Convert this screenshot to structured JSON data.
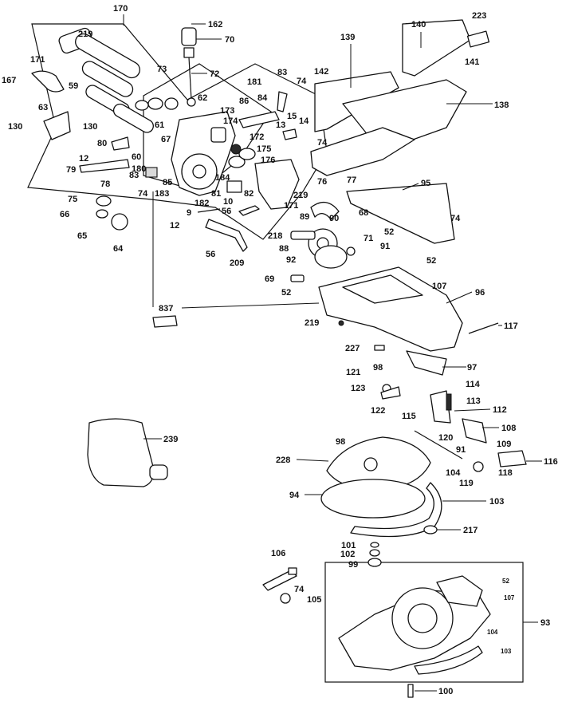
{
  "labels": {
    "c170": "170",
    "c162": "162",
    "c70": "70",
    "c219a": "219",
    "c171a": "171",
    "c167": "167",
    "c59": "59",
    "c73": "73",
    "c72": "72",
    "c63": "63",
    "c130a": "130",
    "c130b": "130",
    "c61": "61",
    "c62": "62",
    "c173": "173",
    "c174": "174",
    "c86": "86",
    "c84": "84",
    "c181": "181",
    "c83": "83",
    "c74a": "74",
    "c139": "139",
    "c140": "140",
    "c223": "223",
    "c141": "141",
    "c142": "142",
    "c138": "138",
    "c80": "80",
    "c60": "60",
    "c67": "67",
    "c12a": "12",
    "c79": "79",
    "c180": "180",
    "c83b": "83",
    "c85": "85",
    "c78": "78",
    "c74b": "74",
    "c183": "183",
    "c13": "13",
    "c15": "15",
    "c14": "14",
    "c172": "172",
    "c74c": "74",
    "c175": "175",
    "c176": "176",
    "c184": "184",
    "c81": "81",
    "c82": "82",
    "c219b": "219",
    "c171b": "171",
    "c75": "75",
    "c66": "66",
    "c65": "65",
    "c64": "64",
    "c9": "9",
    "c182": "182",
    "c10": "10",
    "c56a": "56",
    "c12b": "12",
    "c56b": "56",
    "c209": "209",
    "c76": "76",
    "c77": "77",
    "c95": "95",
    "c74d": "74",
    "c68": "68",
    "c89": "89",
    "c90": "90",
    "c52a": "52",
    "c218": "218",
    "c71": "71",
    "c88": "88",
    "c91a": "91",
    "c92": "92",
    "c52b": "52",
    "c69": "69",
    "c52c": "52",
    "c107a": "107",
    "c96": "96",
    "c837": "837",
    "c219c": "219",
    "c117": "117",
    "c227": "227",
    "c98a": "98",
    "c97": "97",
    "c121": "121",
    "c114": "114",
    "c123": "123",
    "c113": "113",
    "c122": "122",
    "c112": "112",
    "c115": "115",
    "c108": "108",
    "c239": "239",
    "c120": "120",
    "c98b": "98",
    "c109": "109",
    "c228": "228",
    "c91b": "91",
    "c116": "116",
    "c104a": "104",
    "c118": "118",
    "c119": "119",
    "c94": "94",
    "c103a": "103",
    "c217": "217",
    "c101": "101",
    "c102": "102",
    "c99": "99",
    "c106": "106",
    "c74e": "74",
    "c105": "105",
    "c52d": "52",
    "c107b": "107",
    "c93": "93",
    "c104b": "104",
    "c103b": "103",
    "c100": "100"
  }
}
